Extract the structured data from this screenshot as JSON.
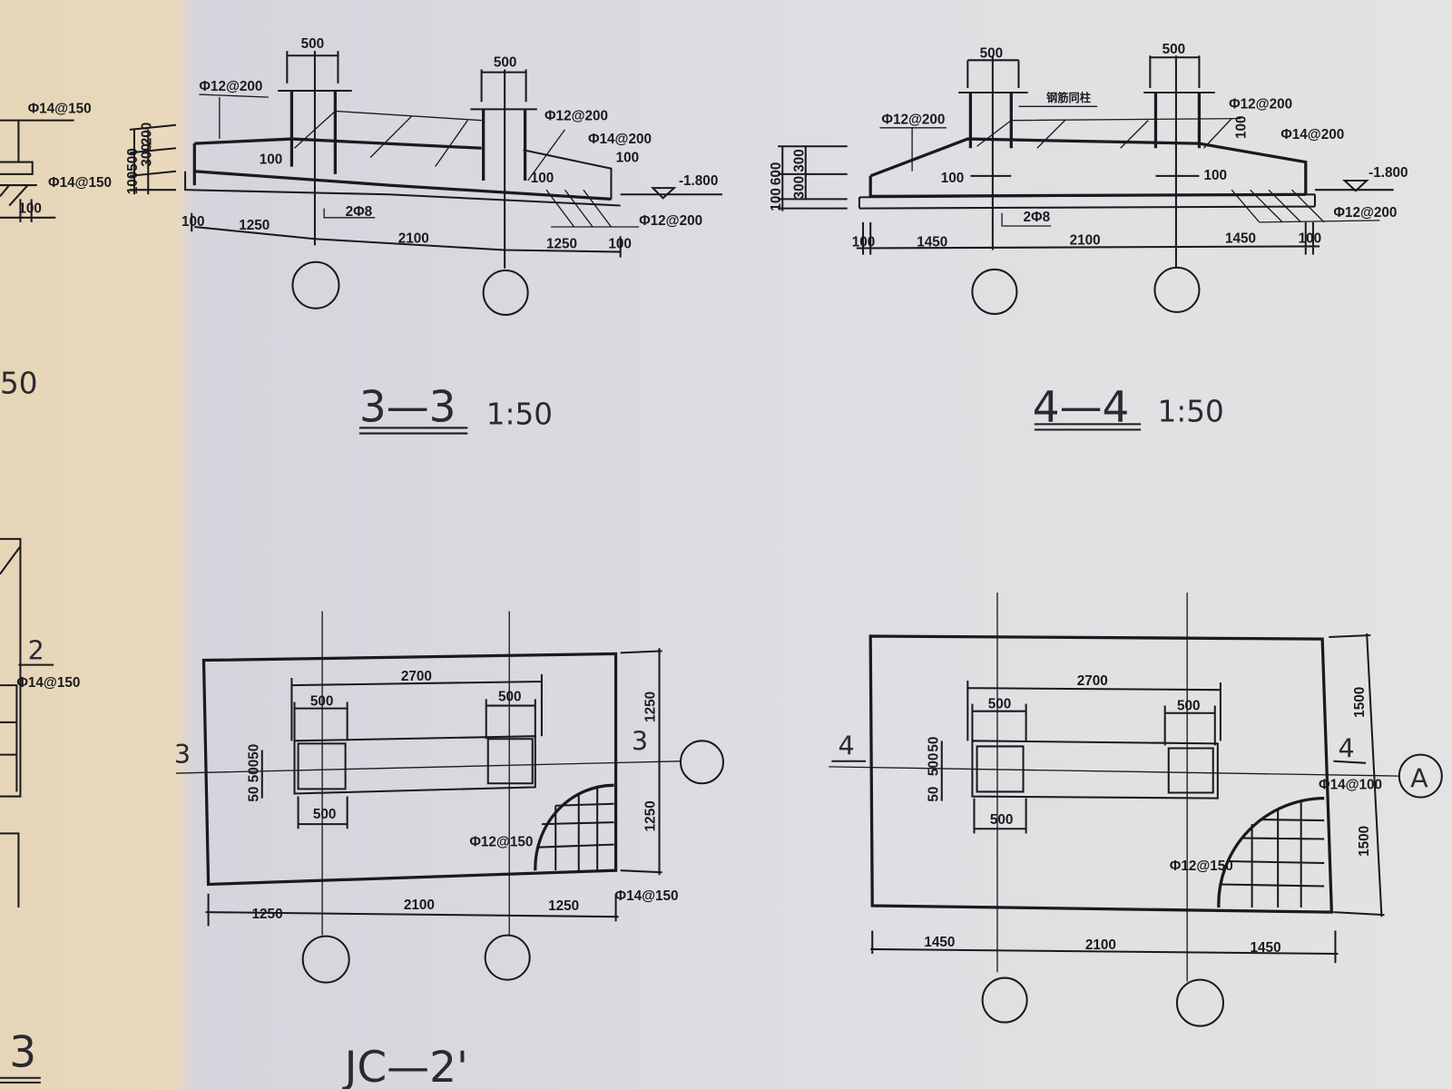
{
  "left_partial": {
    "rebar_top": "Φ14@150",
    "rebar_bottom": "Φ14@150",
    "dim_100": "100",
    "scale_fragment": "50",
    "section_mark": "2",
    "rebar_mid": "Φ14@150",
    "title_fragment": "3"
  },
  "section_3_3": {
    "title": "3—3",
    "scale": "1:50",
    "col_width_1": "500",
    "col_width_2": "500",
    "rebar_left": "Φ12@200",
    "rebar_right_top": "Φ12@200",
    "rebar_side": "Φ14@200",
    "rebar_bottom": "Φ12@200",
    "stirrup": "2Φ8",
    "cover_left": "100",
    "cover_right": "100",
    "dim_step": "100",
    "height_dims": [
      "100",
      "500",
      "300",
      "200"
    ],
    "elevation": "-1.800",
    "bottom_dims": [
      "100",
      "1250",
      "2100",
      "1250",
      "100"
    ]
  },
  "section_4_4": {
    "title": "4—4",
    "scale": "1:50",
    "col_width_1": "500",
    "col_width_2": "500",
    "note": "钢筋同柱",
    "rebar_left": "Φ12@200",
    "rebar_right_top": "Φ12@200",
    "rebar_side": "Φ14@200",
    "rebar_bottom": "Φ12@200",
    "stirrup": "2Φ8",
    "cover_left": "100",
    "cover_right": "100",
    "dim_step": "100",
    "height_dims": [
      "100",
      "600",
      "300",
      "300"
    ],
    "elevation": "-1.800",
    "bottom_dims": [
      "100",
      "1450",
      "2100",
      "1450",
      "100"
    ]
  },
  "plan_jc2": {
    "title": "JC—2'",
    "span": "2700",
    "col_1": "500",
    "col_2": "500",
    "col_bottom": "500",
    "side_dims": [
      "50",
      "500",
      "50"
    ],
    "right_dims": [
      "1250",
      "1250"
    ],
    "rebar_mesh": "Φ12@150",
    "rebar_edge": "Φ14@150",
    "bottom_dims": [
      "1250",
      "2100",
      "1250"
    ],
    "cut_left": "3",
    "cut_right": "3"
  },
  "plan_right": {
    "span": "2700",
    "col_1": "500",
    "col_2": "500",
    "col_bottom": "500",
    "side_dims": [
      "50",
      "500",
      "50"
    ],
    "right_dims": [
      "1500",
      "1500"
    ],
    "rebar_mesh": "Φ12@150",
    "rebar_edge": "Φ14@100",
    "bottom_dims": [
      "1450",
      "2100",
      "1450"
    ],
    "cut_left": "4",
    "cut_right": "4",
    "axis_label": "A"
  }
}
